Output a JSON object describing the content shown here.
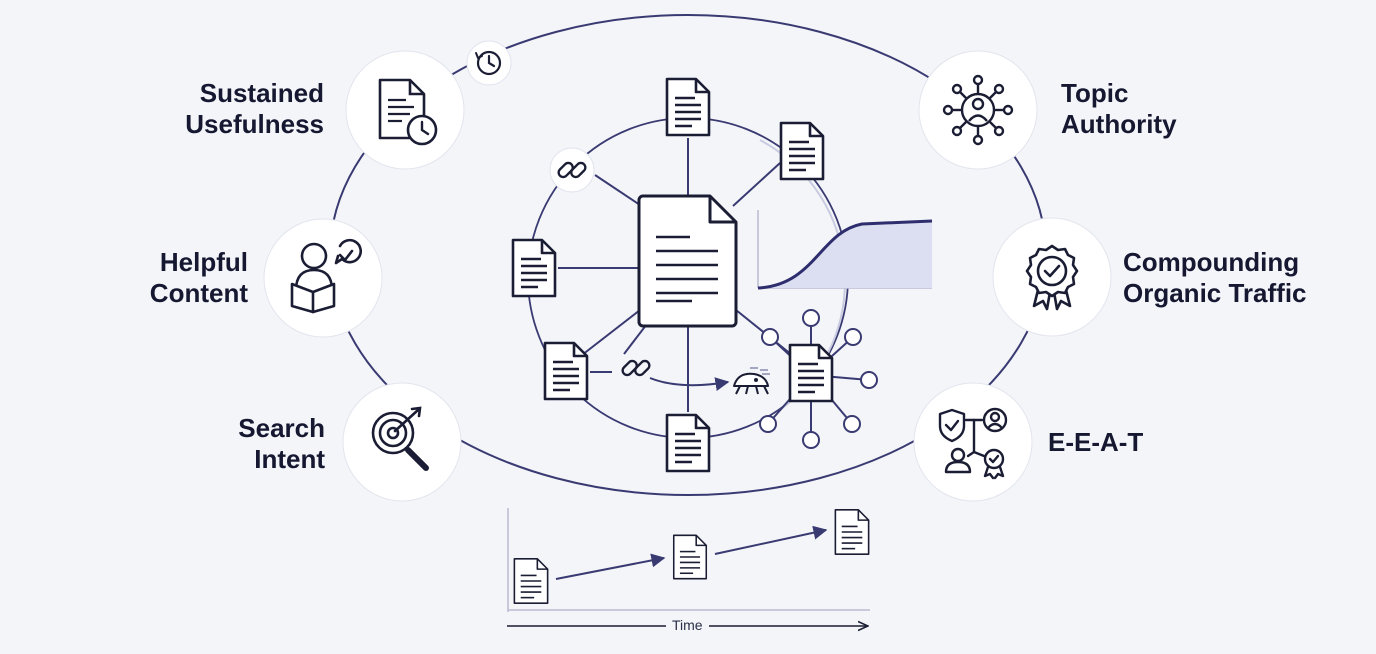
{
  "concepts": {
    "sustained_usefulness": {
      "lines": [
        "Sustained",
        "Usefulness"
      ],
      "icon": "document-clock-icon"
    },
    "helpful_content": {
      "lines": [
        "Helpful",
        "Content"
      ],
      "icon": "reader-approved-icon"
    },
    "search_intent": {
      "lines": [
        "Search",
        "Intent"
      ],
      "icon": "target-search-icon"
    },
    "topic_authority": {
      "lines": [
        "Topic",
        "Authority"
      ],
      "icon": "network-person-icon"
    },
    "compounding_organic_traffic": {
      "lines": [
        "Compounding",
        "Organic Traffic"
      ],
      "icon": "award-badge-icon"
    },
    "eeat": {
      "lines": [
        "E-E-A-T"
      ],
      "icon": "trust-credentials-icon"
    }
  },
  "timeline": {
    "axis_label": "Time"
  },
  "colors": {
    "ink": "#1a1d33",
    "line": "#3a3a72",
    "ring_light": "#c9cce0",
    "curve_fill": "#dcdff2",
    "background": "#f3f5f9"
  }
}
